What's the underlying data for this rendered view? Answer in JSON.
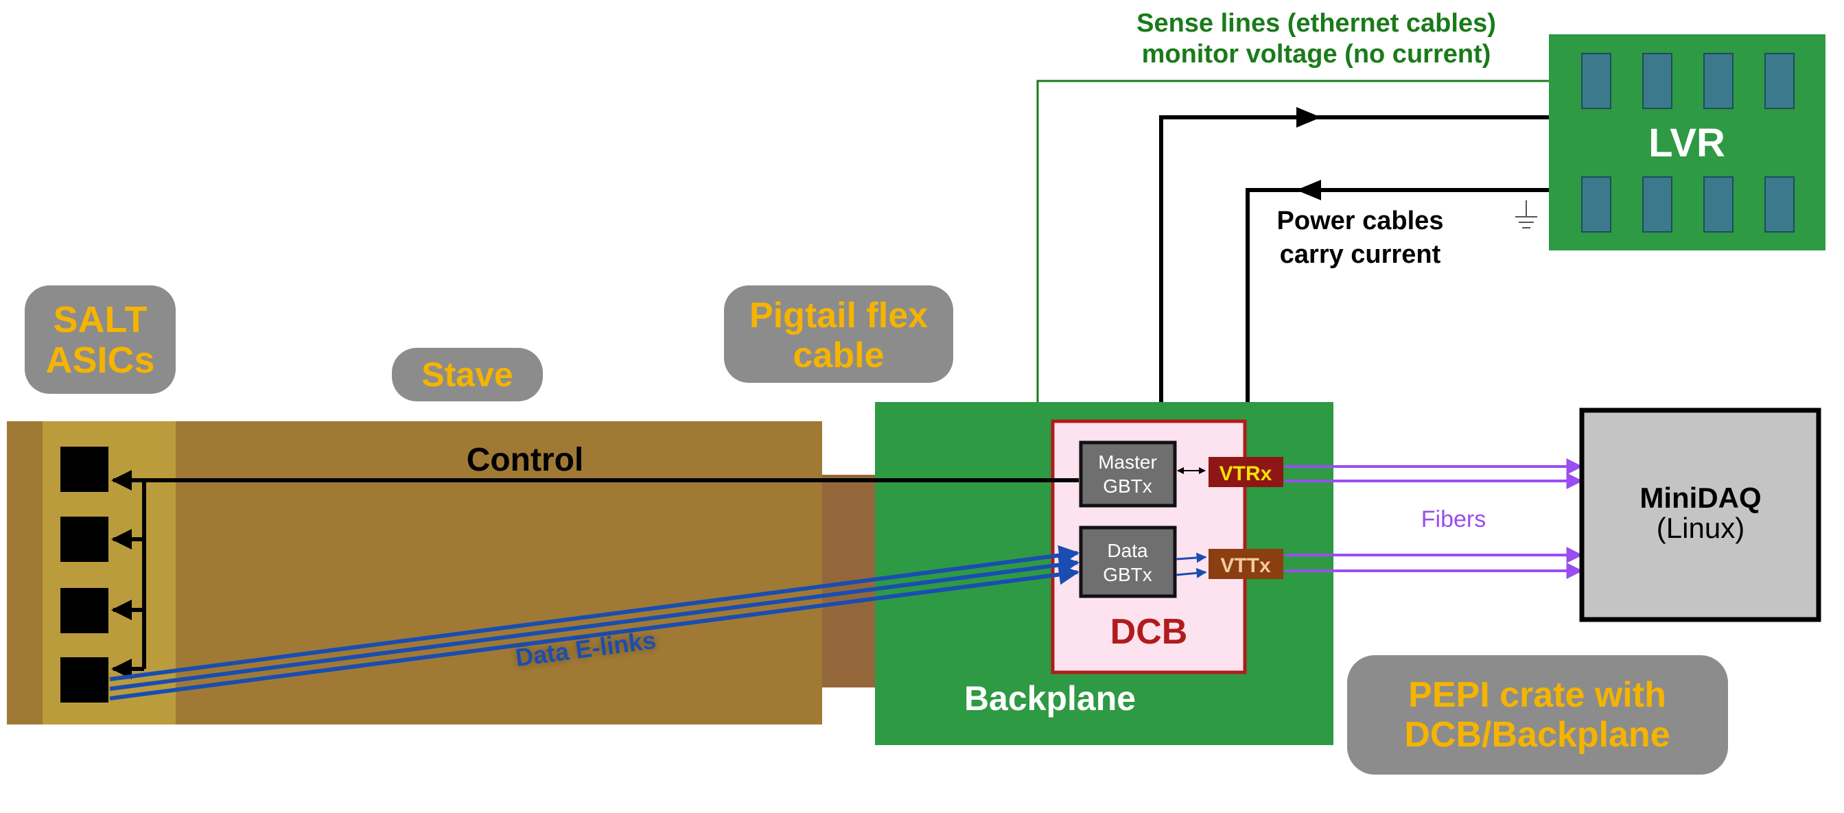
{
  "labels": {
    "salt_line1": "SALT",
    "salt_line2": "ASICs",
    "stave": "Stave",
    "pigtail_line1": "Pigtail flex",
    "pigtail_line2": "cable",
    "control": "Control",
    "data_elinks": "Data E-links",
    "backplane": "Backplane",
    "dcb": "DCB",
    "master_gbtx_line1": "Master",
    "master_gbtx_line2": "GBTx",
    "data_gbtx_line1": "Data",
    "data_gbtx_line2": "GBTx",
    "vtrx": "VTRx",
    "vttx": "VTTx",
    "fibers": "Fibers",
    "minidaq_line1": "MiniDAQ",
    "minidaq_line2": "(Linux)",
    "pepi_line1": "PEPI crate with",
    "pepi_line2": "DCB/Backplane",
    "lvr": "LVR",
    "sense_line1": "Sense lines (ethernet cables)",
    "sense_line2": "monitor voltage (no current)",
    "power_line1": "Power cables",
    "power_line2": "carry current"
  },
  "colors": {
    "bubble_text": "#f5b400",
    "bubble_bg": "#8c8c8c",
    "stave": "#a07a35",
    "chip_strip": "#bb9c3c",
    "connector": "#94673a",
    "green_board": "#2e9a44",
    "dcb_fill": "#fce3ef",
    "dcb_border": "#b01c1c",
    "gbtx": "#6f6f6f",
    "vtrx": "#8e1616",
    "vttx": "#8b3e10",
    "fiber": "#9a4df0",
    "elink": "#1a4db0",
    "sense": "#1a7a1a",
    "minidaq": "#c4c4c4"
  },
  "icons": [
    "asic-chip-icon",
    "lvr-module-icon",
    "ground-symbol-icon",
    "arrow-icon"
  ]
}
